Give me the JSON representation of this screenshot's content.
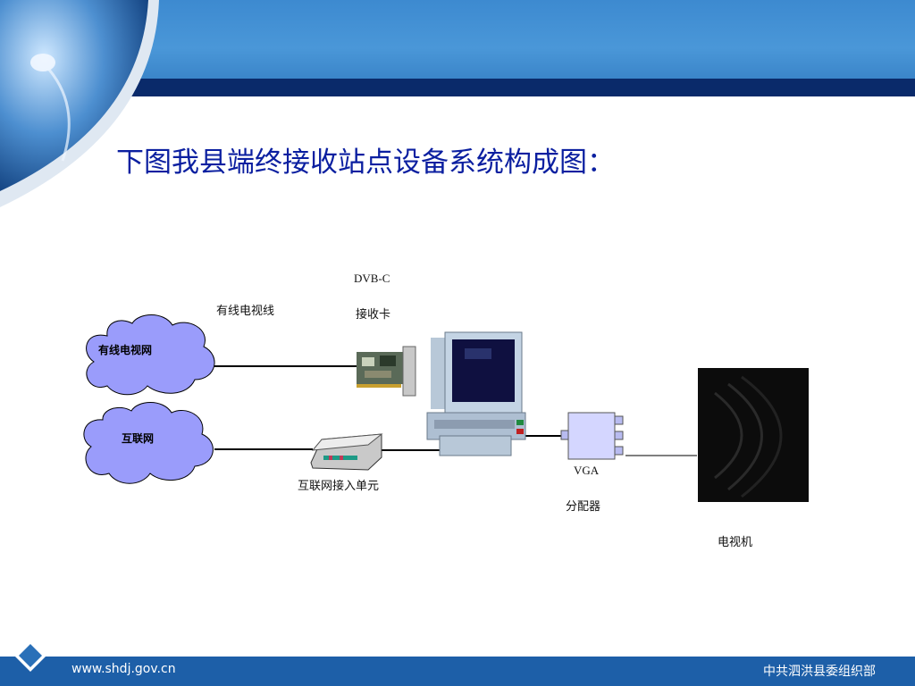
{
  "title": "下图我县端终接收站点设备系统构成图：",
  "footer": {
    "url": "www.shdj.gov.cn",
    "org": "中共泗洪县委组织部"
  },
  "diagram": {
    "cloud_cable": "有线电视网",
    "cloud_internet": "互联网",
    "cable_line_label": "有线电视线",
    "dvb_label_1": "DVB-C",
    "dvb_label_2": "接收卡",
    "internet_unit_label": "互联网接入单元",
    "vga_label_1": "VGA",
    "vga_label_2": "分配器",
    "tv_label": "电视机"
  }
}
